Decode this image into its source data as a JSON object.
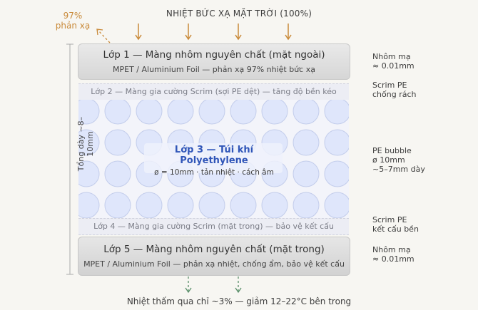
{
  "top_heat": "NHIỆT BỨC XẠ MẶT TRỜI (100%)",
  "reflect": {
    "line1": "97%",
    "line2": "phản xạ"
  },
  "layer1": {
    "title": "Lớp 1 — Màng nhôm nguyên chất (mặt ngoài)",
    "sub": "MPET / Aluminium Foil — phản xạ 97% nhiệt bức xạ"
  },
  "layer2": {
    "label": "Lớp 2 — Màng gia cường Scrim (sợi PE dệt) — tăng độ bền kéo"
  },
  "layer3": {
    "title": "Lớp 3 — Túi khí Polyethylene",
    "sub": "ø = 10mm · tản nhiệt · cách âm"
  },
  "layer4": {
    "label": "Lớp 4 — Màng gia cường Scrim (mặt trong) — bảo vệ kết cấu"
  },
  "layer5": {
    "title": "Lớp 5 — Màng nhôm nguyên chất (mặt trong)",
    "sub": "MPET / Aluminium Foil — phản xạ nhiệt, chống ẩm, bảo vệ kết cấu"
  },
  "right": {
    "r1": {
      "line1": "Nhôm mạ",
      "line2": "≈ 0.01mm"
    },
    "r2": {
      "line1": "Scrim PE",
      "line2": "chống rách"
    },
    "r3": {
      "line1": "PE bubble",
      "line2": "ø 10mm",
      "line3": "~5–7mm dày"
    },
    "r4": {
      "line1": "Scrim PE",
      "line2": "kết cấu bền"
    },
    "r5": {
      "line1": "Nhôm mạ",
      "line2": "≈ 0.01mm"
    }
  },
  "thickness": "Tổng dày ~8–10mm",
  "bottom": "Nhiệt thấm qua chỉ ~3% — giảm 12–22°C bên trong",
  "colors": {
    "arrow": "#c98a3a",
    "bubble": "#dfe6fb",
    "bubble_stroke": "#c3cdeb",
    "bottom_arrow": "#5a8f6a"
  }
}
